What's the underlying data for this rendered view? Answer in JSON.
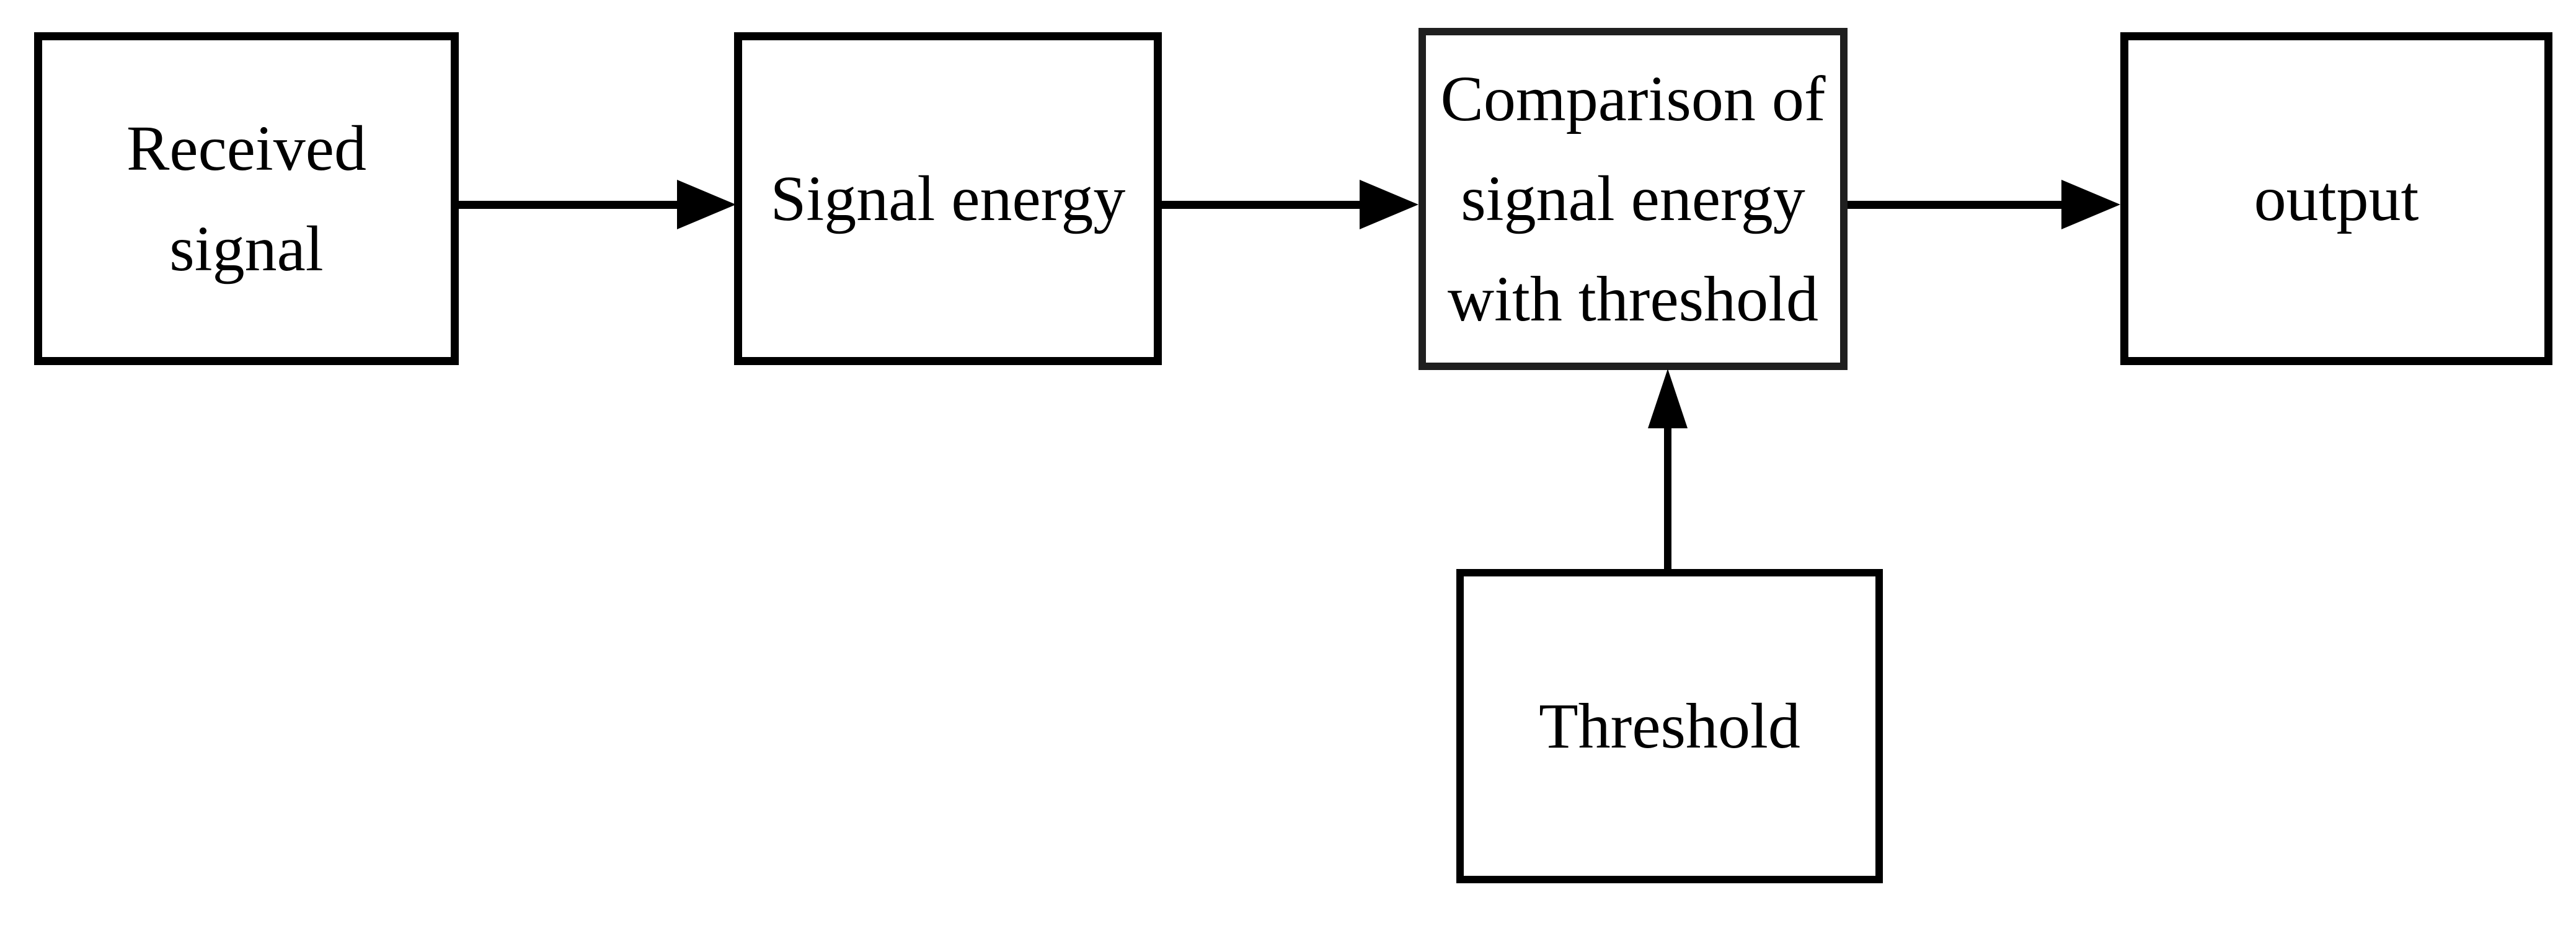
{
  "diagram": {
    "type": "block-flow-diagram",
    "colors": {
      "background": "#ffffff",
      "ink": "#000000",
      "comparison_box_border": "#1f1f1f"
    },
    "nodes": {
      "received_signal": {
        "label": [
          "Received",
          "signal"
        ]
      },
      "signal_energy": {
        "label": "Signal energy"
      },
      "comparison": {
        "label": [
          "Comparison of",
          "signal energy",
          "with threshold"
        ]
      },
      "output": {
        "label": "output"
      },
      "threshold": {
        "label": "Threshold"
      }
    },
    "connections": [
      {
        "from": "received_signal",
        "to": "signal_energy",
        "direction": "right",
        "style": "solid-arrow"
      },
      {
        "from": "signal_energy",
        "to": "comparison",
        "direction": "right",
        "style": "solid-arrow"
      },
      {
        "from": "comparison",
        "to": "output",
        "direction": "right",
        "style": "solid-arrow"
      },
      {
        "from": "threshold",
        "to": "comparison",
        "direction": "up",
        "style": "solid-arrow"
      }
    ]
  }
}
